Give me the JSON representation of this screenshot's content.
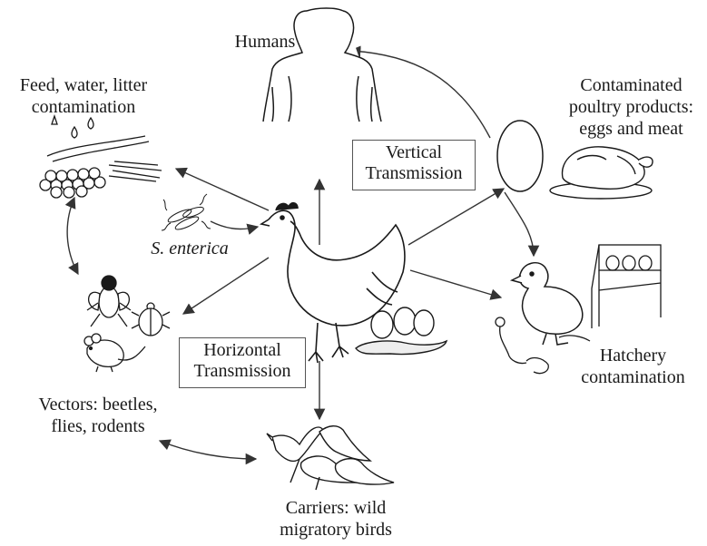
{
  "labels": {
    "humans": "Humans",
    "feed": "Feed, water, litter\ncontamination",
    "poultry_products": "Contaminated\npoultry products:\neggs and meat",
    "s_enterica": "S. enterica",
    "hatchery": "Hatchery\ncontamination",
    "vectors": "Vectors: beetles,\nflies, rodents",
    "carriers": "Carriers: wild\nmigratory birds"
  },
  "boxes": {
    "vertical": "Vertical\nTransmission",
    "horizontal": "Horizontal\nTransmission"
  },
  "colors": {
    "ink": "#1a1a1a",
    "arrow": "#333333",
    "box_border": "#555555"
  },
  "icons": [
    "human-silhouette-icon",
    "hen-icon",
    "egg-icon",
    "roast-chicken-icon",
    "chick-icon",
    "hatchery-tray-icon",
    "feed-contamination-icon",
    "salmonella-bacteria-icon",
    "fly-icon",
    "beetle-icon",
    "rodent-icon",
    "wild-birds-icon",
    "eggs-nest-icon"
  ]
}
